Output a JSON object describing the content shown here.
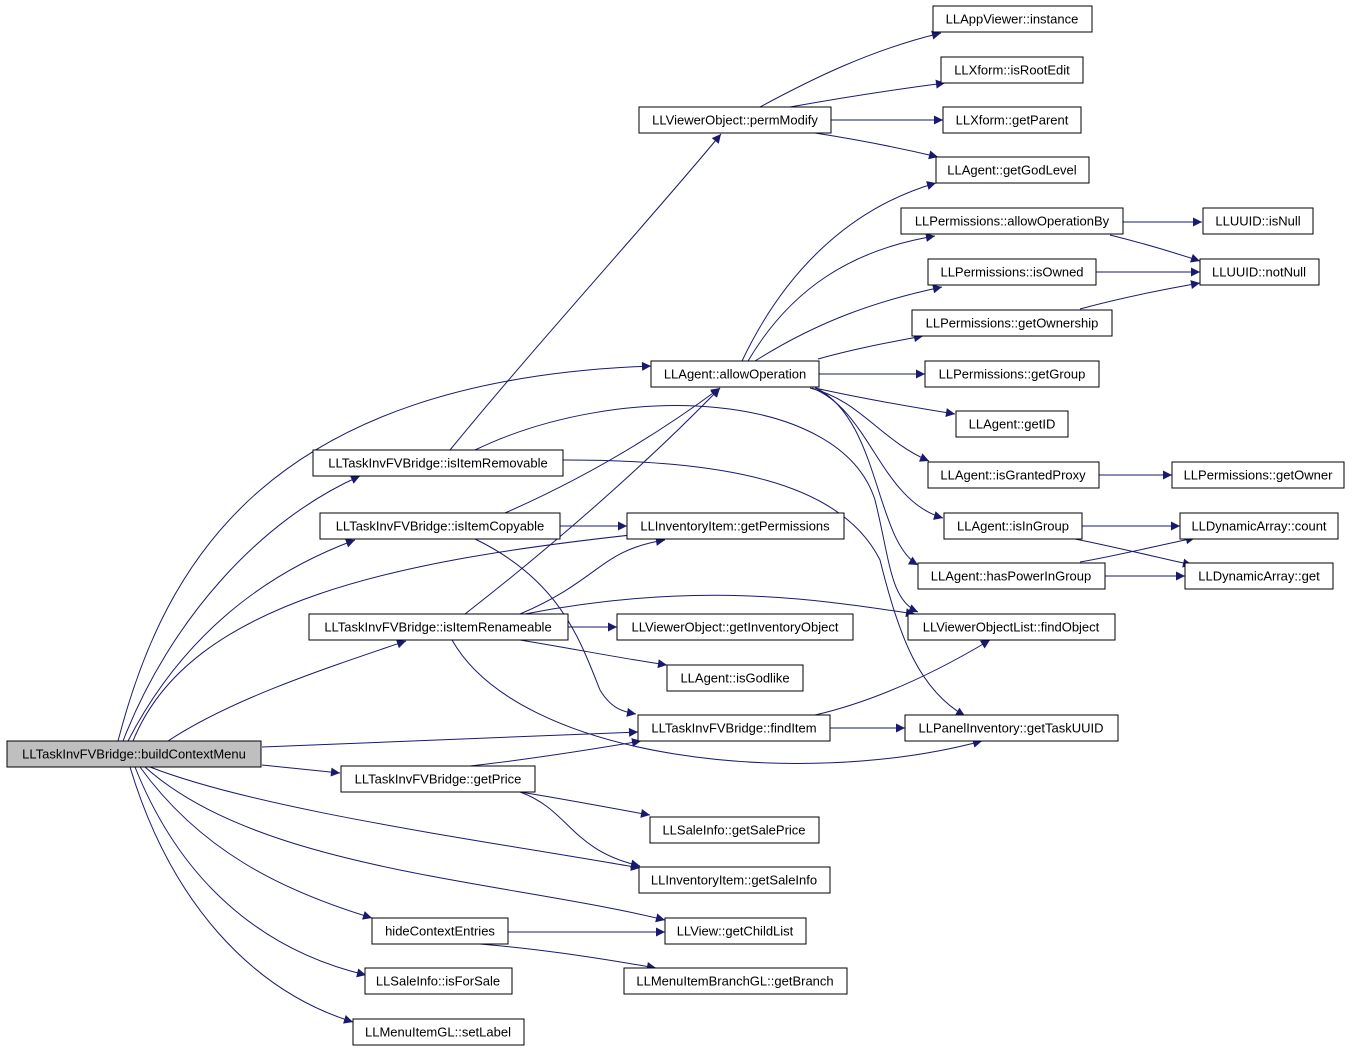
{
  "colors": {
    "edge": "#191970",
    "node_border": "#000000",
    "root_fill": "#bfbfbf",
    "node_fill": "#ffffff"
  },
  "nodes": {
    "buildContextMenu": "LLTaskInvFVBridge::buildContextMenu",
    "appInstance": "LLAppViewer::instance",
    "isRootEdit": "LLXform::isRootEdit",
    "permModify": "LLViewerObject::permModify",
    "xformGetParent": "LLXform::getParent",
    "getGodLevel": "LLAgent::getGodLevel",
    "allowOperationBy": "LLPermissions::allowOperationBy",
    "uuidIsNull": "LLUUID::isNull",
    "isOwned": "LLPermissions::isOwned",
    "uuidNotNull": "LLUUID::notNull",
    "getOwnership": "LLPermissions::getOwnership",
    "allowOperation": "LLAgent::allowOperation",
    "permGetGroup": "LLPermissions::getGroup",
    "agentGetID": "LLAgent::getID",
    "isItemRemovable": "LLTaskInvFVBridge::isItemRemovable",
    "isGrantedProxy": "LLAgent::isGrantedProxy",
    "permGetOwner": "LLPermissions::getOwner",
    "isItemCopyable": "LLTaskInvFVBridge::isItemCopyable",
    "getPermissions": "LLInventoryItem::getPermissions",
    "isInGroup": "LLAgent::isInGroup",
    "dynCount": "LLDynamicArray::count",
    "hasPowerInGroup": "LLAgent::hasPowerInGroup",
    "dynGet": "LLDynamicArray::get",
    "isItemRenameable": "LLTaskInvFVBridge::isItemRenameable",
    "getInventoryObject": "LLViewerObject::getInventoryObject",
    "findObject": "LLViewerObjectList::findObject",
    "isGodlike": "LLAgent::isGodlike",
    "findItem": "LLTaskInvFVBridge::findItem",
    "getTaskUUID": "LLPanelInventory::getTaskUUID",
    "getPrice": "LLTaskInvFVBridge::getPrice",
    "getSalePrice": "LLSaleInfo::getSalePrice",
    "getSaleInfo": "LLInventoryItem::getSaleInfo",
    "hideContextEntries": "hideContextEntries",
    "getChildList": "LLView::getChildList",
    "isForSale": "LLSaleInfo::isForSale",
    "getBranch": "LLMenuItemBranchGL::getBranch",
    "setLabel": "LLMenuItemGL::setLabel"
  }
}
